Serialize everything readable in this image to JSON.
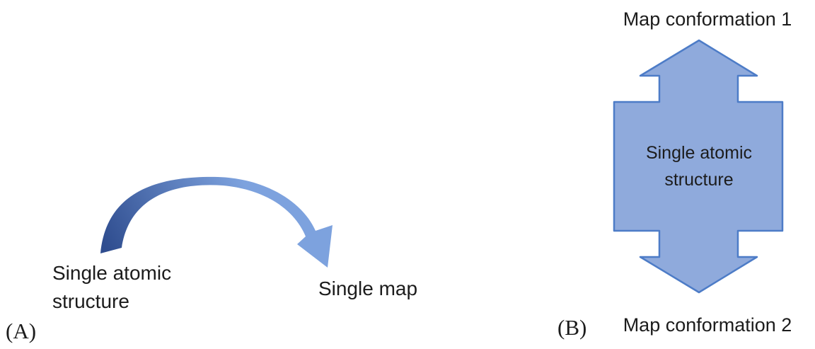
{
  "panel_a": {
    "label": "(A)",
    "source_label": "Single atomic structure",
    "target_label": "Single map"
  },
  "panel_b": {
    "label": "(B)",
    "top_label": "Map conformation 1",
    "center_label": "Single atomic structure",
    "bottom_label": "Map conformation 2"
  },
  "colors": {
    "arrow_dark": "#2f4d8f",
    "arrow_light": "#7da2de",
    "shape_fill": "#8faadc",
    "shape_border": "#4d7cc7",
    "text": "#1c1c1c"
  }
}
